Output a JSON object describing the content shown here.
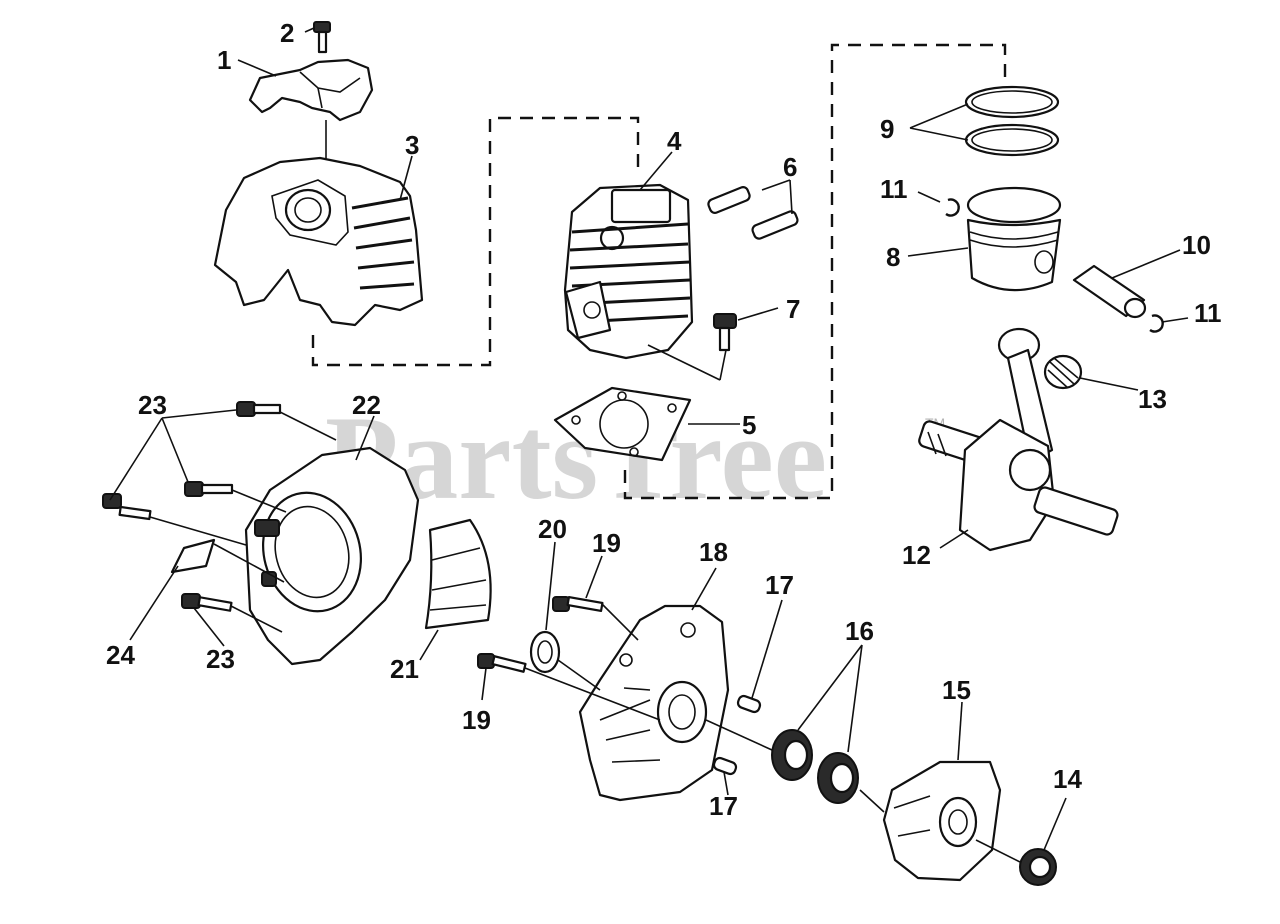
{
  "watermark": {
    "text": "PartsTree",
    "trademark": "TM"
  },
  "callouts": {
    "c1": "1",
    "c2": "2",
    "c3": "3",
    "c4": "4",
    "c5": "5",
    "c6": "6",
    "c7": "7",
    "c8": "8",
    "c9": "9",
    "c10": "10",
    "c11a": "11",
    "c11b": "11",
    "c12": "12",
    "c13": "13",
    "c14": "14",
    "c15": "15",
    "c16": "16",
    "c17a": "17",
    "c17b": "17",
    "c18": "18",
    "c19a": "19",
    "c19b": "19",
    "c20": "20",
    "c21": "21",
    "c22": "22",
    "c23a": "23",
    "c23b": "23",
    "c24": "24"
  },
  "colors": {
    "ink": "#111111",
    "watermark": "#c9c9c9",
    "background": "#ffffff"
  }
}
